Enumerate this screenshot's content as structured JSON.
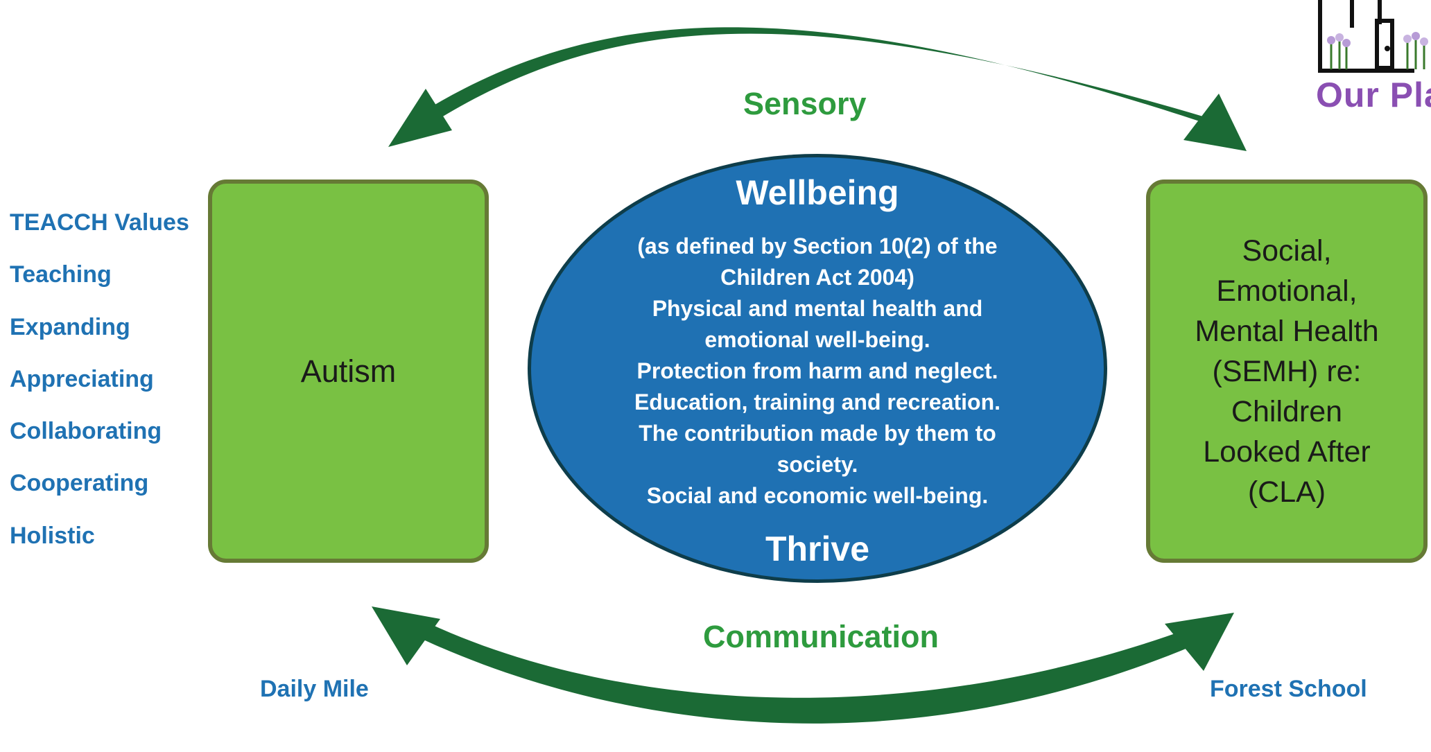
{
  "labels": {
    "sensory": "Sensory",
    "communication": "Communication",
    "daily_mile": "Daily Mile",
    "forest_school": "Forest School"
  },
  "values_list": [
    "TEACCH Values",
    "Teaching",
    "Expanding",
    "Appreciating",
    "Collaborating",
    "Cooperating",
    "Holistic"
  ],
  "autism_box": {
    "label": "Autism"
  },
  "semh_box": {
    "label": "Social,\nEmotional,\nMental Health\n(SEMH) re:\nChildren\nLooked After\n(CLA)"
  },
  "wellbeing": {
    "title": "Wellbeing",
    "lines": [
      "(as defined by Section 10(2) of the",
      "Children Act 2004)",
      "Physical and mental health and",
      "emotional well-being.",
      "Protection from harm and neglect.",
      "Education, training and recreation.",
      "The contribution made by them to",
      "society.",
      "Social and economic well-being."
    ],
    "footer": "Thrive"
  },
  "logo": {
    "text": "Our Pla"
  },
  "colors": {
    "arrow_green": "#1b6a35",
    "label_green": "#2e9b3e",
    "label_blue": "#1f72b3",
    "box_green": "#79c143",
    "box_border": "#667a35",
    "ellipse_blue": "#1f71b3",
    "ellipse_border": "#0e3d4a",
    "logo_purple": "#8a4fb2"
  }
}
